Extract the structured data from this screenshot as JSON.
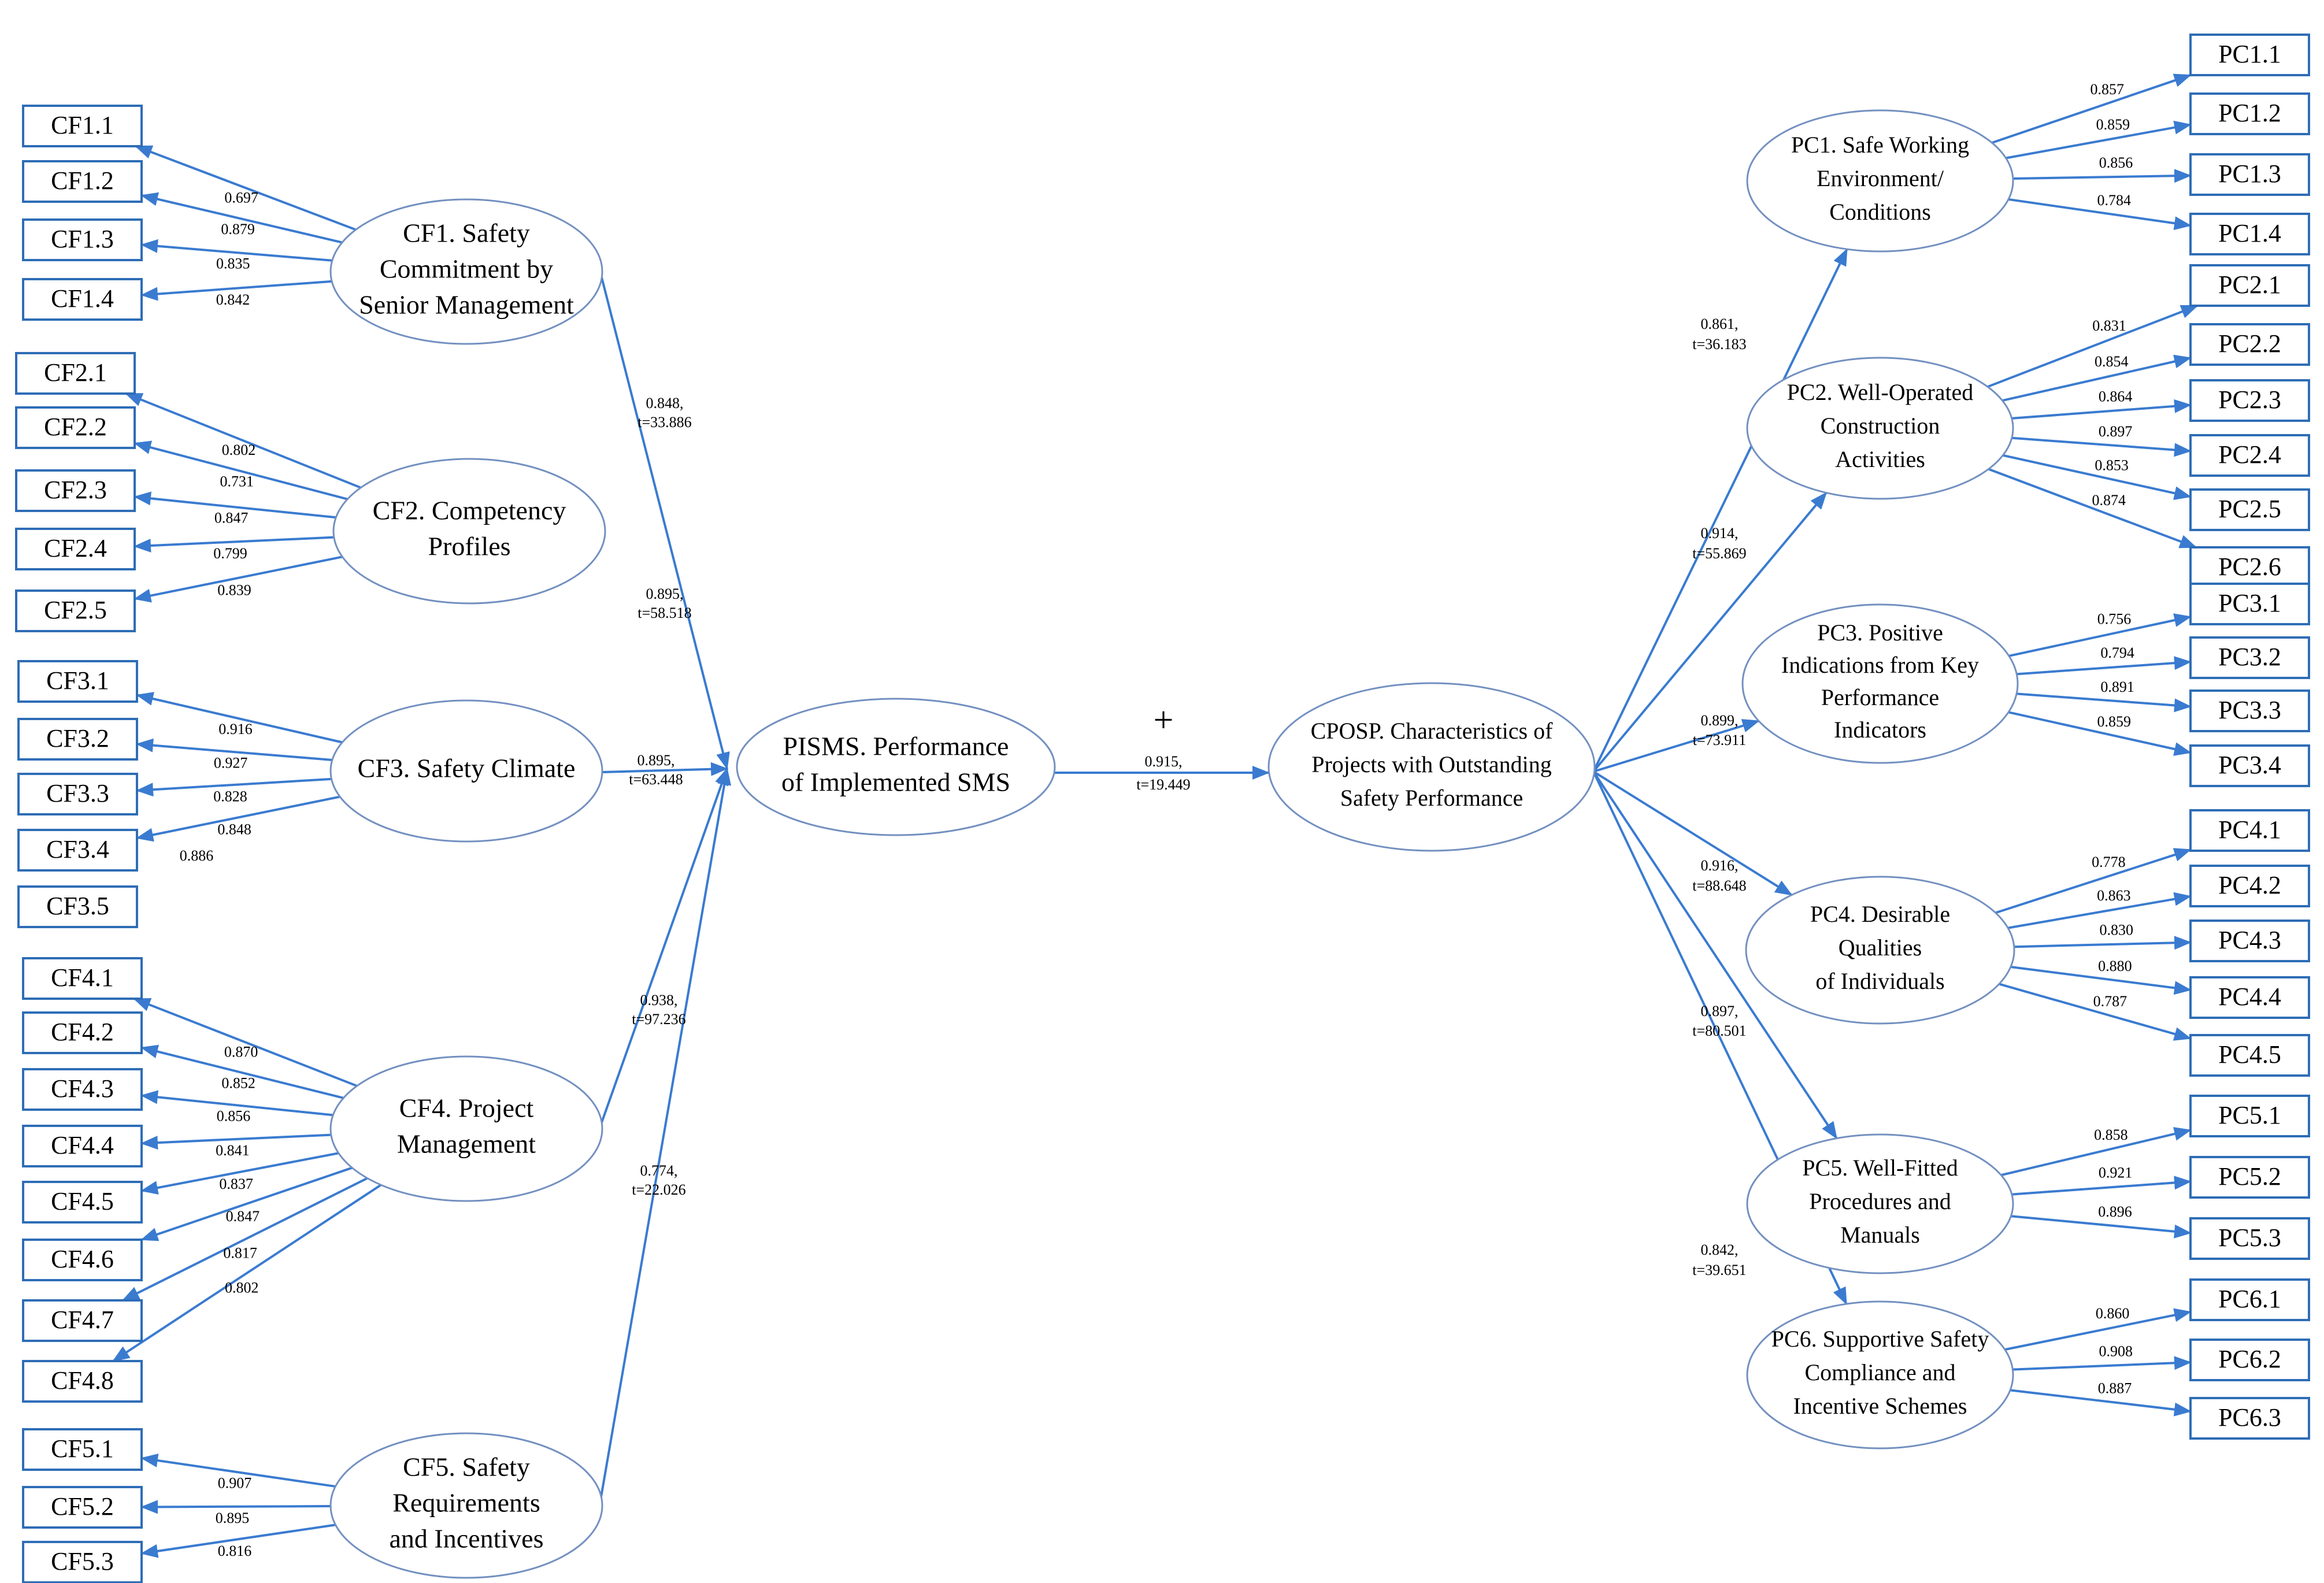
{
  "indicators": {
    "cf1_1": "CF1.1",
    "cf1_2": "CF1.2",
    "cf1_3": "CF1.3",
    "cf1_4": "CF1.4",
    "cf2_1": "CF2.1",
    "cf2_2": "CF2.2",
    "cf2_3": "CF2.3",
    "cf2_4": "CF2.4",
    "cf2_5": "CF2.5",
    "cf3_1": "CF3.1",
    "cf3_2": "CF3.2",
    "cf3_3": "CF3.3",
    "cf3_4": "CF3.4",
    "cf3_5": "CF3.5",
    "cf4_1": "CF4.1",
    "cf4_2": "CF4.2",
    "cf4_3": "CF4.3",
    "cf4_4": "CF4.4",
    "cf4_5": "CF4.5",
    "cf4_6": "CF4.6",
    "cf4_7": "CF4.7",
    "cf4_8": "CF4.8",
    "cf5_1": "CF5.1",
    "cf5_2": "CF5.2",
    "cf5_3": "CF5.3",
    "pc1_1": "PC1.1",
    "pc1_2": "PC1.2",
    "pc1_3": "PC1.3",
    "pc1_4": "PC1.4",
    "pc2_1": "PC2.1",
    "pc2_2": "PC2.2",
    "pc2_3": "PC2.3",
    "pc2_4": "PC2.4",
    "pc2_5": "PC2.5",
    "pc2_6": "PC2.6",
    "pc3_1": "PC3.1",
    "pc3_2": "PC3.2",
    "pc3_3": "PC3.3",
    "pc3_4": "PC3.4",
    "pc4_1": "PC4.1",
    "pc4_2": "PC4.2",
    "pc4_3": "PC4.3",
    "pc4_4": "PC4.4",
    "pc4_5": "PC4.5",
    "pc5_1": "PC5.1",
    "pc5_2": "PC5.2",
    "pc5_3": "PC5.3",
    "pc6_1": "PC6.1",
    "pc6_2": "PC6.2",
    "pc6_3": "PC6.3"
  },
  "latents": {
    "cf1": {
      "line1": "CF1. Safety",
      "line2": "Commitment by",
      "line3": "Senior Management"
    },
    "cf2": {
      "line1": "CF2. Competency",
      "line2": "Profiles"
    },
    "cf3": {
      "line1": "CF3. Safety Climate"
    },
    "cf4": {
      "line1": "CF4. Project",
      "line2": "Management"
    },
    "cf5": {
      "line1": "CF5. Safety",
      "line2": "Requirements",
      "line3": "and Incentives"
    },
    "pisms": {
      "line1": "PISMS. Performance",
      "line2": "of Implemented  SMS"
    },
    "cposp": {
      "line1": "CPOSP. Characteristics of",
      "line2": "Projects with Outstanding",
      "line3": "Safety Performance"
    },
    "pc1": {
      "line1": "PC1. Safe Working",
      "line2": "Environment/",
      "line3": "Conditions"
    },
    "pc2": {
      "line1": "PC2. Well-Operated",
      "line2": "Construction",
      "line3": "Activities"
    },
    "pc3": {
      "line1": "PC3. Positive",
      "line2": "Indications from Key",
      "line3": "Performance",
      "line4": "Indicators"
    },
    "pc4": {
      "line1": "PC4. Desirable",
      "line2": "Qualities",
      "line3": "of Individuals"
    },
    "pc5": {
      "line1": "PC5. Well-Fitted",
      "line2": "Procedures and",
      "line3": "Manuals"
    },
    "pc6": {
      "line1": "PC6. Supportive Safety",
      "line2": "Compliance and",
      "line3": "Incentive Schemes"
    }
  },
  "loadings": {
    "cf1": [
      "0.697",
      "0.879",
      "0.835",
      "0.842"
    ],
    "cf2": [
      "0.802",
      "0.731",
      "0.847",
      "0.799",
      "0.839"
    ],
    "cf3": [
      "0.916",
      "0.927",
      "0.828",
      "0.848",
      "0.886"
    ],
    "cf4": [
      "0.870",
      "0.852",
      "0.856",
      "0.841",
      "0.837",
      "0.847",
      "0.817",
      "0.802"
    ],
    "cf5": [
      "0.907",
      "0.895",
      "0.816"
    ],
    "pc1": [
      "0.857",
      "0.859",
      "0.856",
      "0.784"
    ],
    "pc2": [
      "0.831",
      "0.854",
      "0.864",
      "0.897",
      "0.853",
      "0.874"
    ],
    "pc3": [
      "0.756",
      "0.794",
      "0.891",
      "0.859"
    ],
    "pc4": [
      "0.778",
      "0.863",
      "0.830",
      "0.880",
      "0.787"
    ],
    "pc5": [
      "0.858",
      "0.921",
      "0.896"
    ],
    "pc6": [
      "0.860",
      "0.908",
      "0.887"
    ]
  },
  "paths": {
    "cf1": {
      "beta": "0.848,",
      "t": "t=33.886"
    },
    "cf2": {
      "beta": "0.895,",
      "t": "t=58.518"
    },
    "cf3": {
      "beta": "0.895,",
      "t": "t=63.448"
    },
    "cf4": {
      "beta": "0.938,",
      "t": "t=97.236"
    },
    "cf5": {
      "beta": "0.774,",
      "t": "t=22.026"
    },
    "pisms_cposp": {
      "sign": "+",
      "beta": "0.915,",
      "t": "t=19.449"
    },
    "pc1": {
      "beta": "0.861,",
      "t": "t=36.183"
    },
    "pc2": {
      "beta": "0.914,",
      "t": "t=55.869"
    },
    "pc3": {
      "beta": "0.899,",
      "t": "t=73.911"
    },
    "pc4": {
      "beta": "0.916,",
      "t": "t=88.648"
    },
    "pc5": {
      "beta": "0.897,",
      "t": "t=80.501"
    },
    "pc6": {
      "beta": "0.842,",
      "t": "t=39.651"
    }
  },
  "colors": {
    "arrow": "#3a7bd0",
    "box_border": "#2e6db6",
    "ellipse_border": "#7390c0"
  }
}
